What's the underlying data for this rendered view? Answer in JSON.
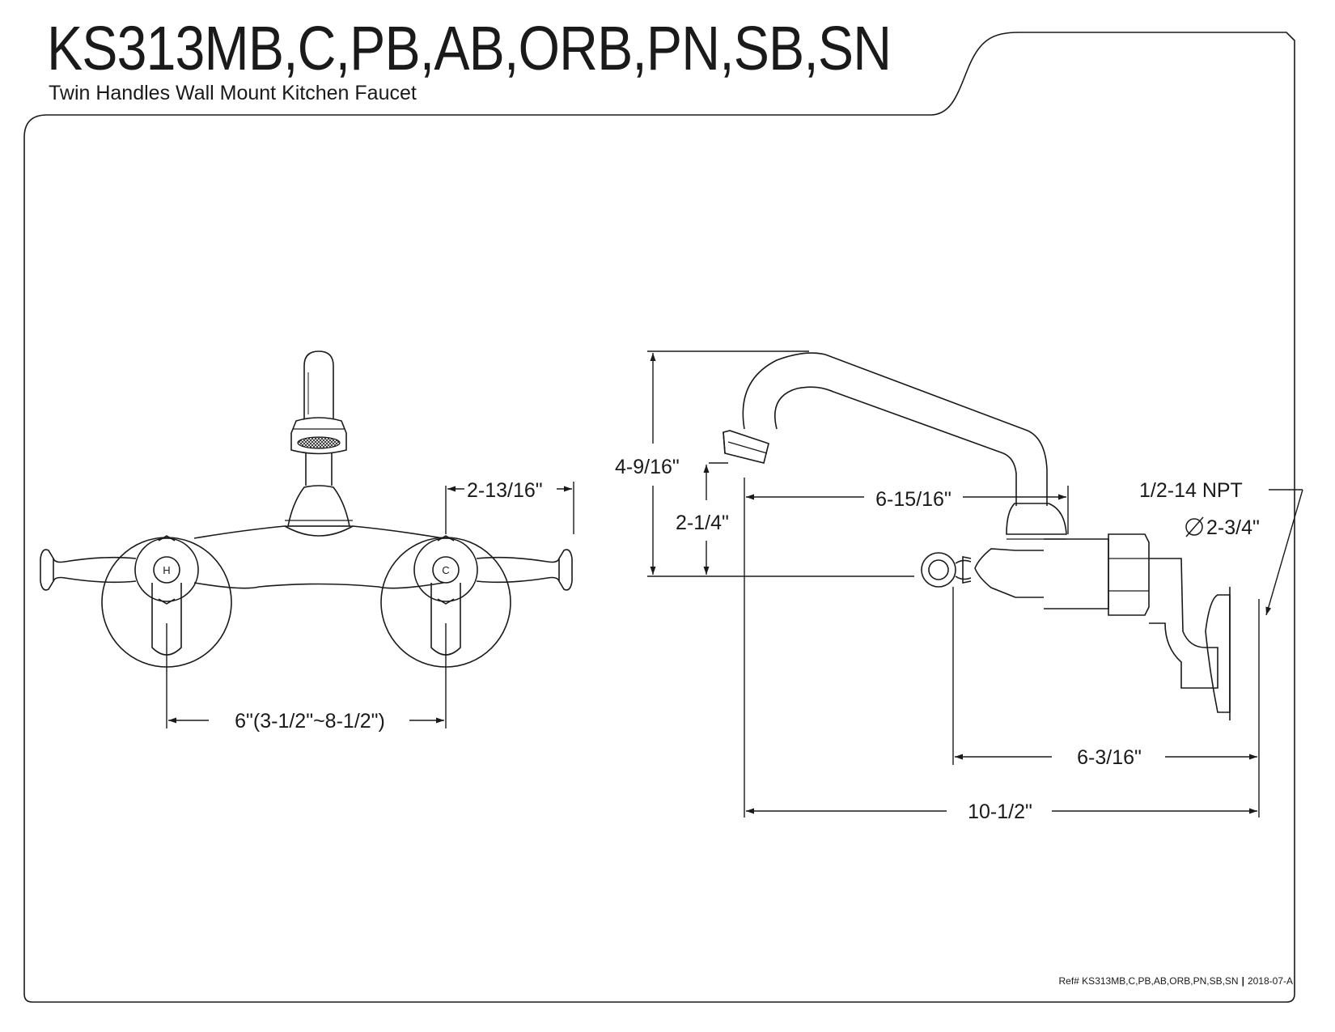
{
  "header": {
    "title": "KS313MB,C,PB,AB,ORB,PN,SB,SN",
    "subtitle": "Twin Handles Wall Mount Kitchen Faucet"
  },
  "front_view": {
    "handle_hot_label": "H",
    "handle_cold_label": "C",
    "dim_handle_offset": "2-13/16\"",
    "dim_center_spread": "6\"(3-1/2\"~8-1/2\")"
  },
  "side_view": {
    "dim_total_height": "4-9/16\"",
    "dim_spout_height": "2-1/4\"",
    "dim_spout_reach": "6-15/16\"",
    "dim_inlet_thread": "1/2-14 NPT",
    "dim_flange_diameter": "2-3/4\"",
    "dim_body_projection": "6-3/16\"",
    "dim_overall_projection": "10-1/2\""
  },
  "footer": {
    "ref": "Ref# KS313MB,C,PB,AB,ORB,PN,SB,SN",
    "date_code": "2018-07-A"
  }
}
